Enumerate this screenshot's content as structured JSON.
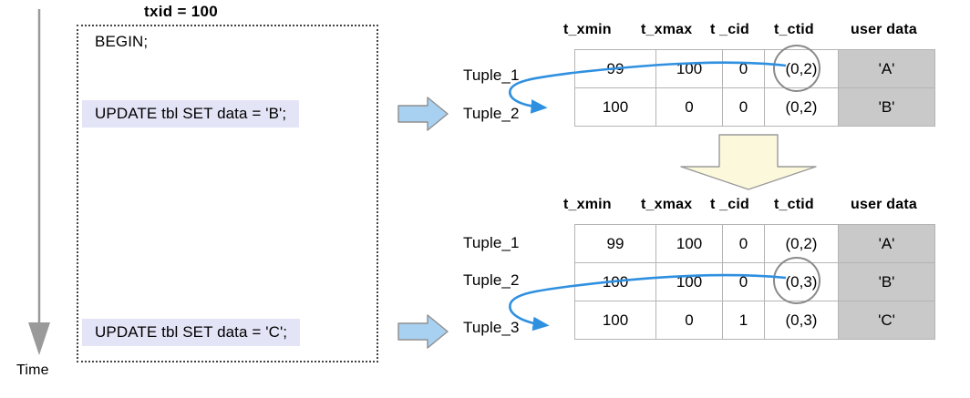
{
  "meta": {
    "title": "PostgreSQL MVCC tuple update diagram",
    "colors": {
      "blue_value": "#7b7bf0",
      "black_value": "#000000",
      "user_data_cell_bg": "#c9c9c9",
      "statement_highlight_bg": "#e4e4f7",
      "blue_arrow_fill": "#a8d0f0",
      "blue_arrow_stroke": "#8f8f8f",
      "down_arrow_fill": "#fbf8dc",
      "down_arrow_stroke": "#9a9a9a",
      "curve_stroke": "#2f90e0",
      "circle_stroke": "#8a8a8a",
      "time_axis_stroke": "#9a9a9a",
      "txn_box_border": "#444444"
    }
  },
  "time_axis": {
    "label": "Time",
    "icon": "down-arrow-icon"
  },
  "transaction": {
    "txid_label": "txid = 100",
    "statements": [
      {
        "text": "BEGIN;",
        "highlighted": false
      },
      {
        "text": "UPDATE tbl SET data = 'B';",
        "highlighted": true
      },
      {
        "text": "UPDATE tbl SET data = 'C';",
        "highlighted": true
      }
    ]
  },
  "flow_arrows": {
    "update_b_arrow": "right-block-arrow-icon",
    "update_c_arrow": "right-block-arrow-icon",
    "between_tables_arrow": "down-block-arrow-icon"
  },
  "columns": {
    "t_xmin": "t_xmin",
    "t_xmax": "t_xmax",
    "t_cid": "t _cid",
    "t_ctid": "t_ctid",
    "user_data": "user data"
  },
  "tables": [
    {
      "id": "after-update-b",
      "headers": [
        "t_xmin",
        "t_xmax",
        "t _cid",
        "t_ctid",
        "user data"
      ],
      "row_labels": [
        "Tuple_1",
        "Tuple_2"
      ],
      "rows": [
        {
          "label": "Tuple_1",
          "cells": [
            {
              "value": "99",
              "color": "black"
            },
            {
              "value": "100",
              "color": "blue"
            },
            {
              "value": "0",
              "color": "black"
            },
            {
              "value": "(0,2)",
              "color": "blue",
              "circled": true
            },
            {
              "value": "'A'",
              "color": "black",
              "shaded": true
            }
          ]
        },
        {
          "label": "Tuple_2",
          "cells": [
            {
              "value": "100",
              "color": "blue"
            },
            {
              "value": "0",
              "color": "blue"
            },
            {
              "value": "0",
              "color": "blue"
            },
            {
              "value": "(0,2)",
              "color": "blue"
            },
            {
              "value": "'B'",
              "color": "black",
              "shaded": true
            }
          ]
        }
      ],
      "ctid_link": {
        "from_row": 0,
        "to_row": 1
      }
    },
    {
      "id": "after-update-c",
      "headers": [
        "t_xmin",
        "t_xmax",
        "t _cid",
        "t_ctid",
        "user data"
      ],
      "row_labels": [
        "Tuple_1",
        "Tuple_2",
        "Tuple_3"
      ],
      "rows": [
        {
          "label": "Tuple_1",
          "cells": [
            {
              "value": "99",
              "color": "black"
            },
            {
              "value": "100",
              "color": "black"
            },
            {
              "value": "0",
              "color": "black"
            },
            {
              "value": "(0,2)",
              "color": "black"
            },
            {
              "value": "'A'",
              "color": "black",
              "shaded": true
            }
          ]
        },
        {
          "label": "Tuple_2",
          "cells": [
            {
              "value": "100",
              "color": "black"
            },
            {
              "value": "100",
              "color": "blue"
            },
            {
              "value": "0",
              "color": "black"
            },
            {
              "value": "(0,3)",
              "color": "blue",
              "circled": true
            },
            {
              "value": "'B'",
              "color": "black",
              "shaded": true
            }
          ]
        },
        {
          "label": "Tuple_3",
          "cells": [
            {
              "value": "100",
              "color": "blue"
            },
            {
              "value": "0",
              "color": "blue"
            },
            {
              "value": "1",
              "color": "blue"
            },
            {
              "value": "(0,3)",
              "color": "blue"
            },
            {
              "value": "'C'",
              "color": "black",
              "shaded": true
            }
          ]
        }
      ],
      "ctid_link": {
        "from_row": 1,
        "to_row": 2
      }
    }
  ]
}
